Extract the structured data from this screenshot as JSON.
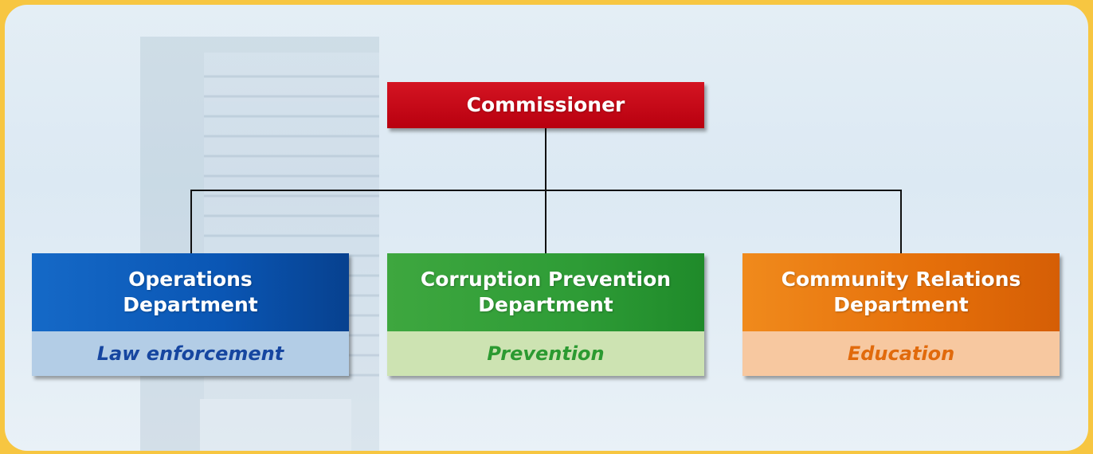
{
  "colors": {
    "commissioner": "#c8071a",
    "operations": "#0a56b4",
    "prevention": "#2e9c36",
    "community": "#e56f0a",
    "frame_border": "#f7c641"
  },
  "org_chart": {
    "root": {
      "title": "Commissioner"
    },
    "departments": [
      {
        "title": "Operations Department",
        "function": "Law enforcement"
      },
      {
        "title": "Corruption Prevention Department",
        "function": "Prevention"
      },
      {
        "title": "Community Relations Department",
        "function": "Education"
      }
    ]
  },
  "labels": {
    "ops_line1": "Operations",
    "ops_line2": "Department",
    "cpd_line1": "Corruption Prevention",
    "cpd_line2": "Department",
    "crd_line1": "Community Relations",
    "crd_line2": "Department"
  }
}
